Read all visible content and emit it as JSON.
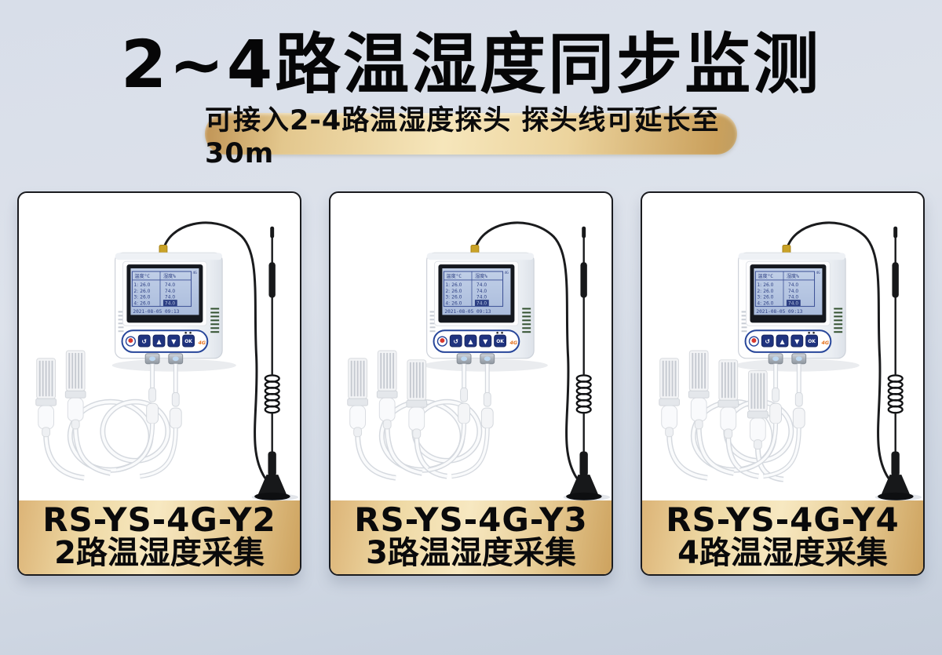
{
  "header": {
    "title": "2~4路温湿度同步监测",
    "subtitle": "可接入2-4路温湿度探头 探头线可延长至30m"
  },
  "colors": {
    "background_top": "#d8dee9",
    "background_bottom": "#c5cedb",
    "gold_light": "#f6e6bb",
    "gold_dark": "#c09455",
    "card_border": "#1a1b1f",
    "panel_blue": "#27469a",
    "button_blue": "#1f337f",
    "lcd_background": "#b7c7e2",
    "lcd_ink": "#2c3e82",
    "antenna_black": "#17181a",
    "badge_4g_orange": "#e5731f"
  },
  "device": {
    "lcd": {
      "col_temp": "温度°C",
      "col_hum": "湿度%",
      "signal": "4G",
      "rows": [
        {
          "ch": "1:",
          "temp": "26.0",
          "hum": "74.0"
        },
        {
          "ch": "2:",
          "temp": "26.0",
          "hum": "74.0"
        },
        {
          "ch": "3:",
          "temp": "26.0",
          "hum": "74.0"
        },
        {
          "ch": "4:",
          "temp": "26.0",
          "hum": "74.0"
        }
      ],
      "datetime": "2021-08-05 09:13"
    },
    "buttons": {
      "back": "↺",
      "up": "▲",
      "down": "▼",
      "ok": "OK"
    },
    "badge_4g": "4G"
  },
  "cards": [
    {
      "model": "RS-YS-4G-Y2",
      "desc": "2路温湿度采集",
      "probes": 2
    },
    {
      "model": "RS-YS-4G-Y3",
      "desc": "3路温湿度采集",
      "probes": 3
    },
    {
      "model": "RS-YS-4G-Y4",
      "desc": "4路温湿度采集",
      "probes": 4
    }
  ]
}
